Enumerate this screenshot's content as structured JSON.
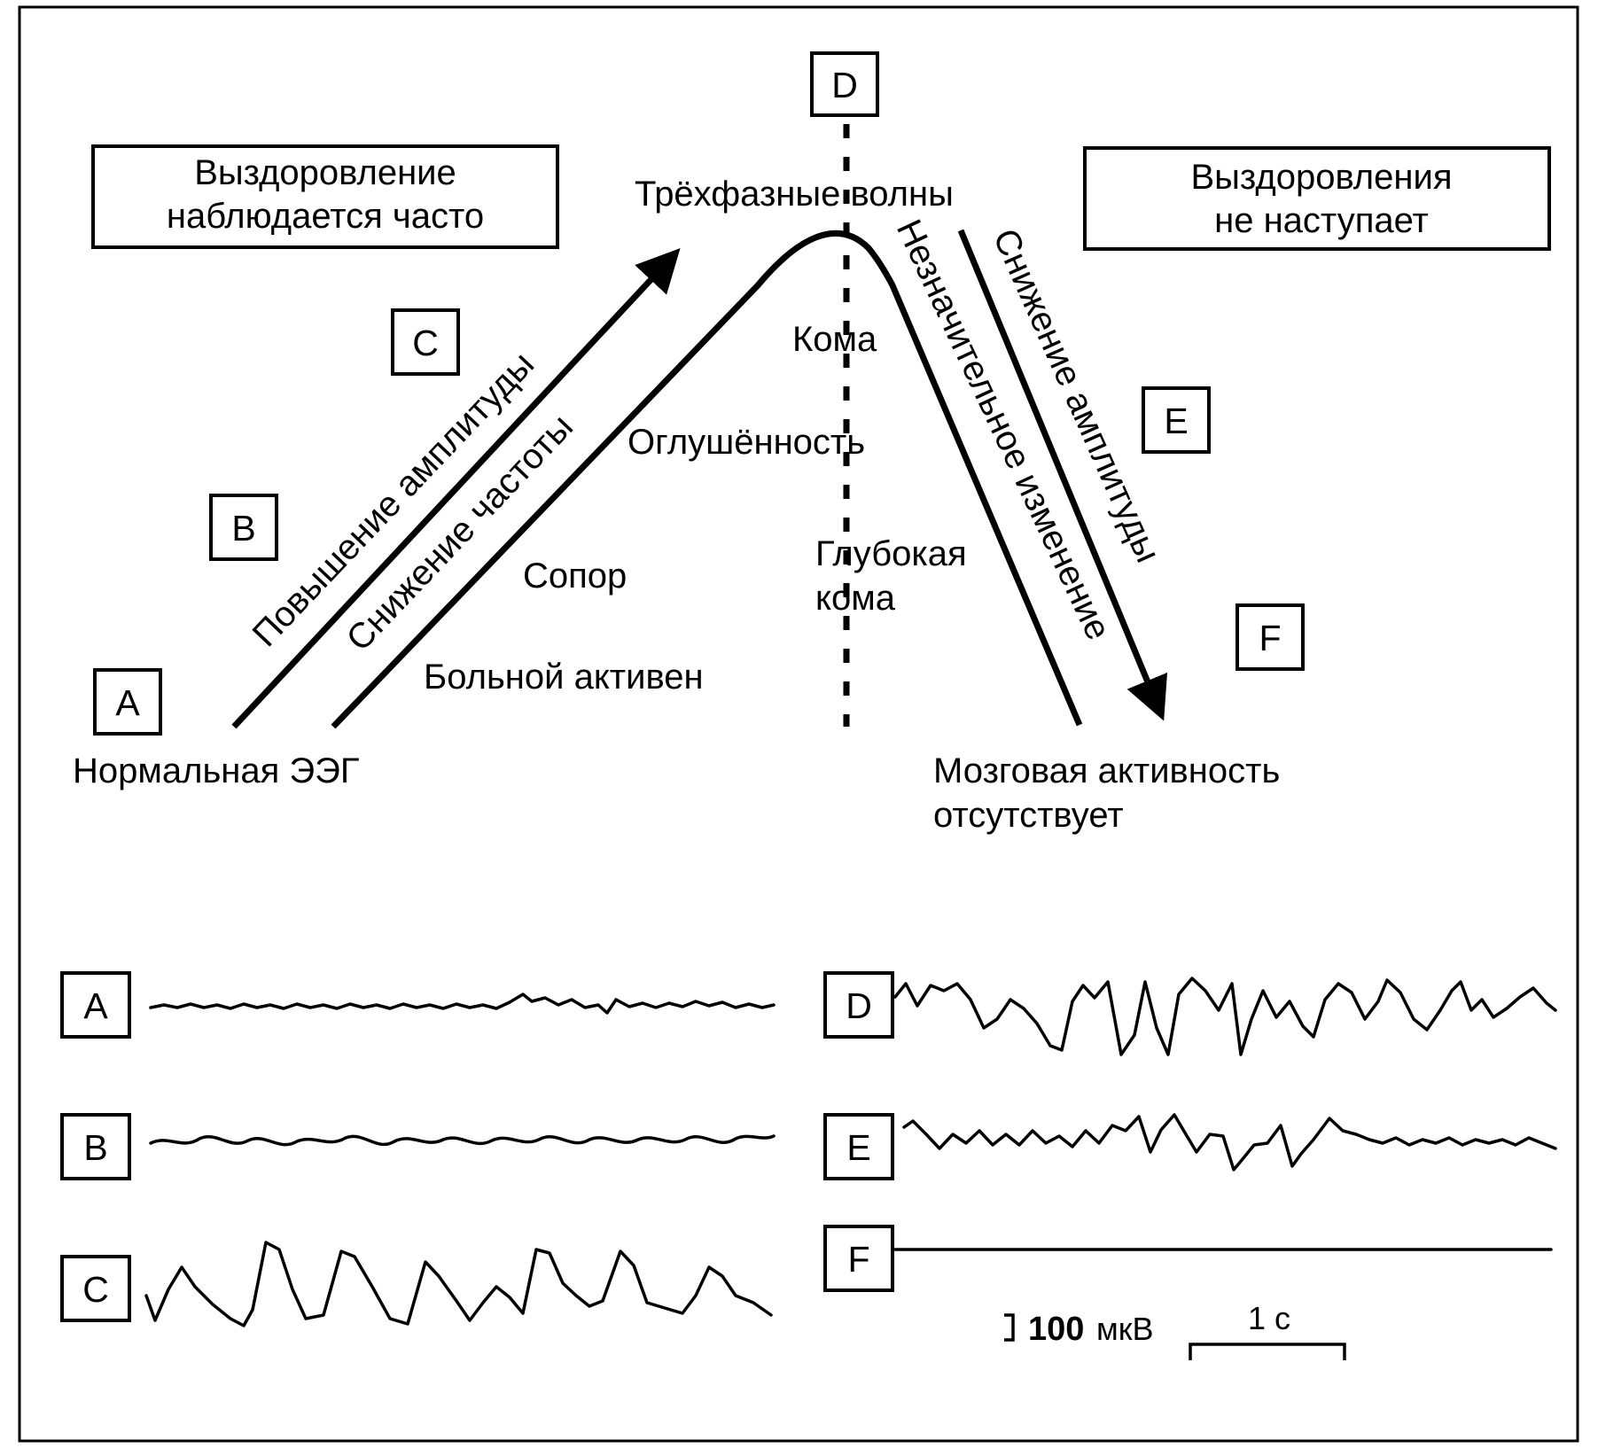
{
  "boxes": {
    "recovery_often": [
      "Выздоровление",
      "наблюдается часто"
    ],
    "no_recovery": [
      "Выздоровления",
      "не наступает"
    ]
  },
  "markers": {
    "A": "A",
    "B": "B",
    "C": "C",
    "D": "D",
    "E": "E",
    "F": "F"
  },
  "labels": {
    "normal_eeg": "Нормальная ЭЭГ",
    "triphasic_waves": "Трёхфазные волны",
    "coma": "Кома",
    "stupor_oglush": "Оглушённость",
    "deep_coma": [
      "Глубокая",
      "кома"
    ],
    "sopor": "Сопор",
    "patient_active": "Больной активен",
    "no_brain_activity": [
      "Мозговая активность",
      "отсутствует"
    ]
  },
  "arrows": {
    "amplitude_increase": "Повышение амплитуды",
    "frequency_decrease": "Снижение частоты",
    "slight_change": "Незначительное изменение",
    "amplitude_decrease": "Снижение амплитуды"
  },
  "traces": {
    "A": "A",
    "B": "B",
    "C": "C",
    "D": "D",
    "E": "E",
    "F": "F"
  },
  "scale": {
    "amplitude_value": "100",
    "amplitude_unit": "мкВ",
    "time_value": "1 с"
  }
}
